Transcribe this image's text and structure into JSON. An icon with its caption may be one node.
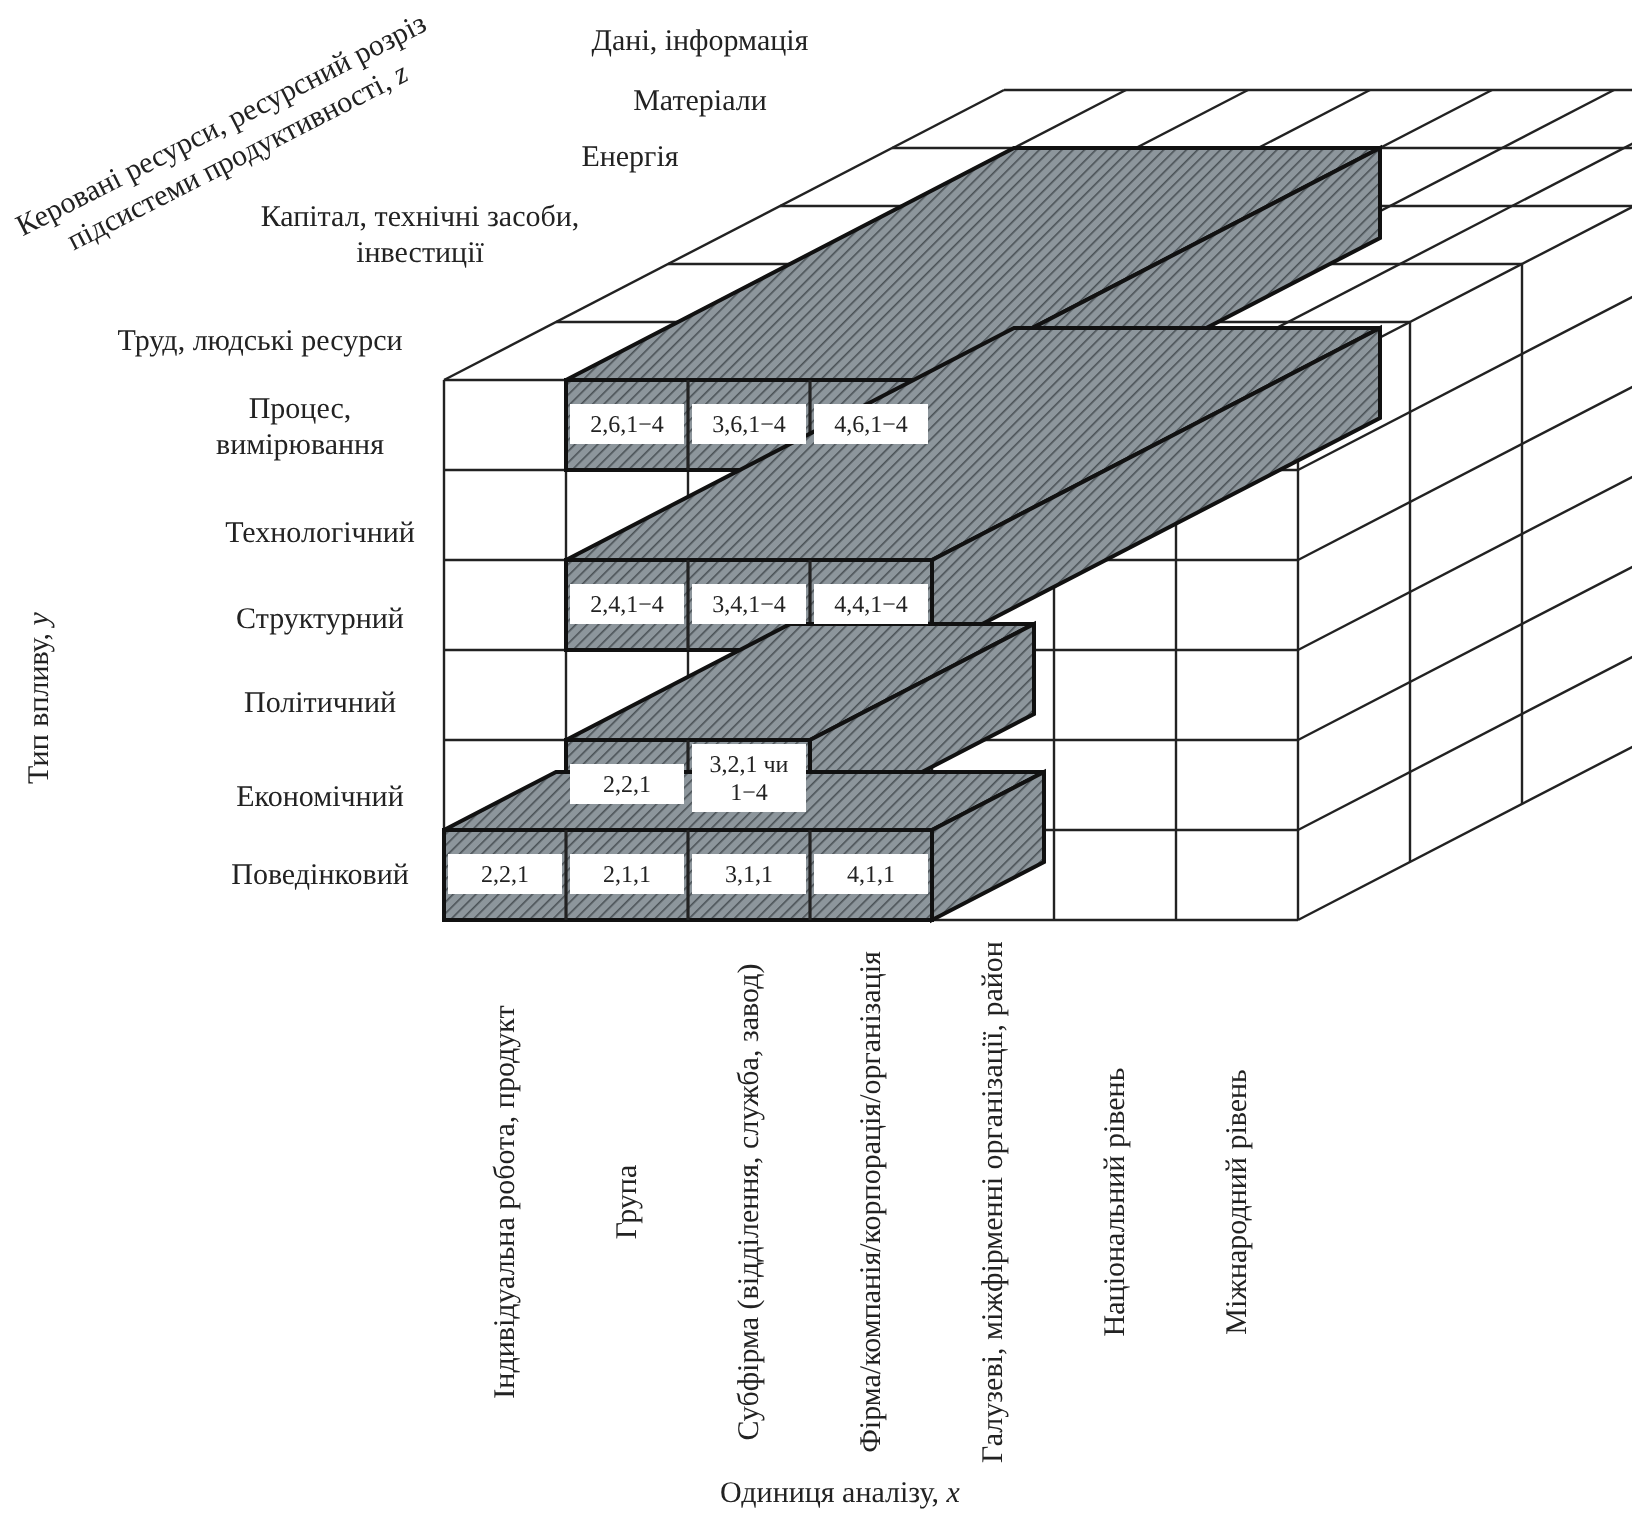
{
  "diagram": {
    "labels": [
      "Керовані ресурси, ресурсний розріз підсистеми продуктивності, *z*",
      "Дані, інформація",
      "Матеріали",
      "Енергія",
      "Капітал, технічні засоби, інвестиції",
      "Труд, людські ресурси",
      "Процес, вимірювання",
      "2,6,1−4",
      "3,6,1−4",
      "4,6,1−4",
      "Технологічний",
      "Тип впливу, *y*",
      "Структурний",
      "2,4,1−4",
      "3,4,1−4",
      "4,4,1−4",
      "Політичний",
      "Економічний",
      "2,2,1",
      "3,2,1 чи 1−4",
      "Поведінковий",
      "2,2,1",
      "2,1,1",
      "3,1,1",
      "4,1,1",
      "Індивідуальна робота, продукт",
      "Група",
      "Субфірма (відділення, служба, завод)",
      "Фірма/компанія/корпорація/організація",
      "Галузеві, міжфірменні організації, район",
      "Національний рівень",
      "Міжнародний рівень",
      "Одиниця аналізу, *x*"
    ]
  }
}
